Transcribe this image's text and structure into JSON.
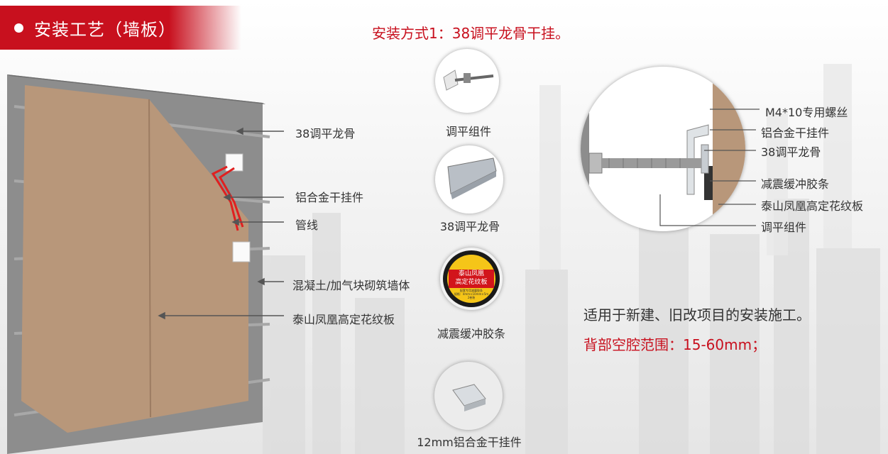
{
  "header": {
    "title": "安装工艺（墙板）"
  },
  "subtitle": "安装方式1：38调平龙骨干挂。",
  "wall_labels": {
    "keel": "38调平龙骨",
    "hanger": "铝合金干挂件",
    "pipe": "管线",
    "masonry": "混凝土/加气块砌筑墙体",
    "panel": "泰山凤凰高定花纹板"
  },
  "components": {
    "leveling": "调平组件",
    "keel": "38调平龙骨",
    "buffer": "减震缓冲胶条",
    "hanger": "12mm铝合金干挂件",
    "tape_text": {
      "brand": "泰山凤凰",
      "product": "高定花纹板",
      "sub": "配套专用减震胶条",
      "spec": "规格：4mm×10mm×5m",
      "qty": "2卷装"
    }
  },
  "detail_labels": {
    "screw": "M4*10专用螺丝",
    "hanger": "铝合金干挂件",
    "keel": "38调平龙骨",
    "buffer": "减震缓冲胶条",
    "panel": "泰山凤凰高定花纹板",
    "leveling": "调平组件"
  },
  "notes": {
    "applicable": "适用于新建、旧改项目的安装施工。",
    "cavity": "背部空腔范围：15-60mm；"
  },
  "colors": {
    "brand_red": "#c8101e",
    "panel": "#b8977a",
    "wall": "#8e8e8e"
  }
}
